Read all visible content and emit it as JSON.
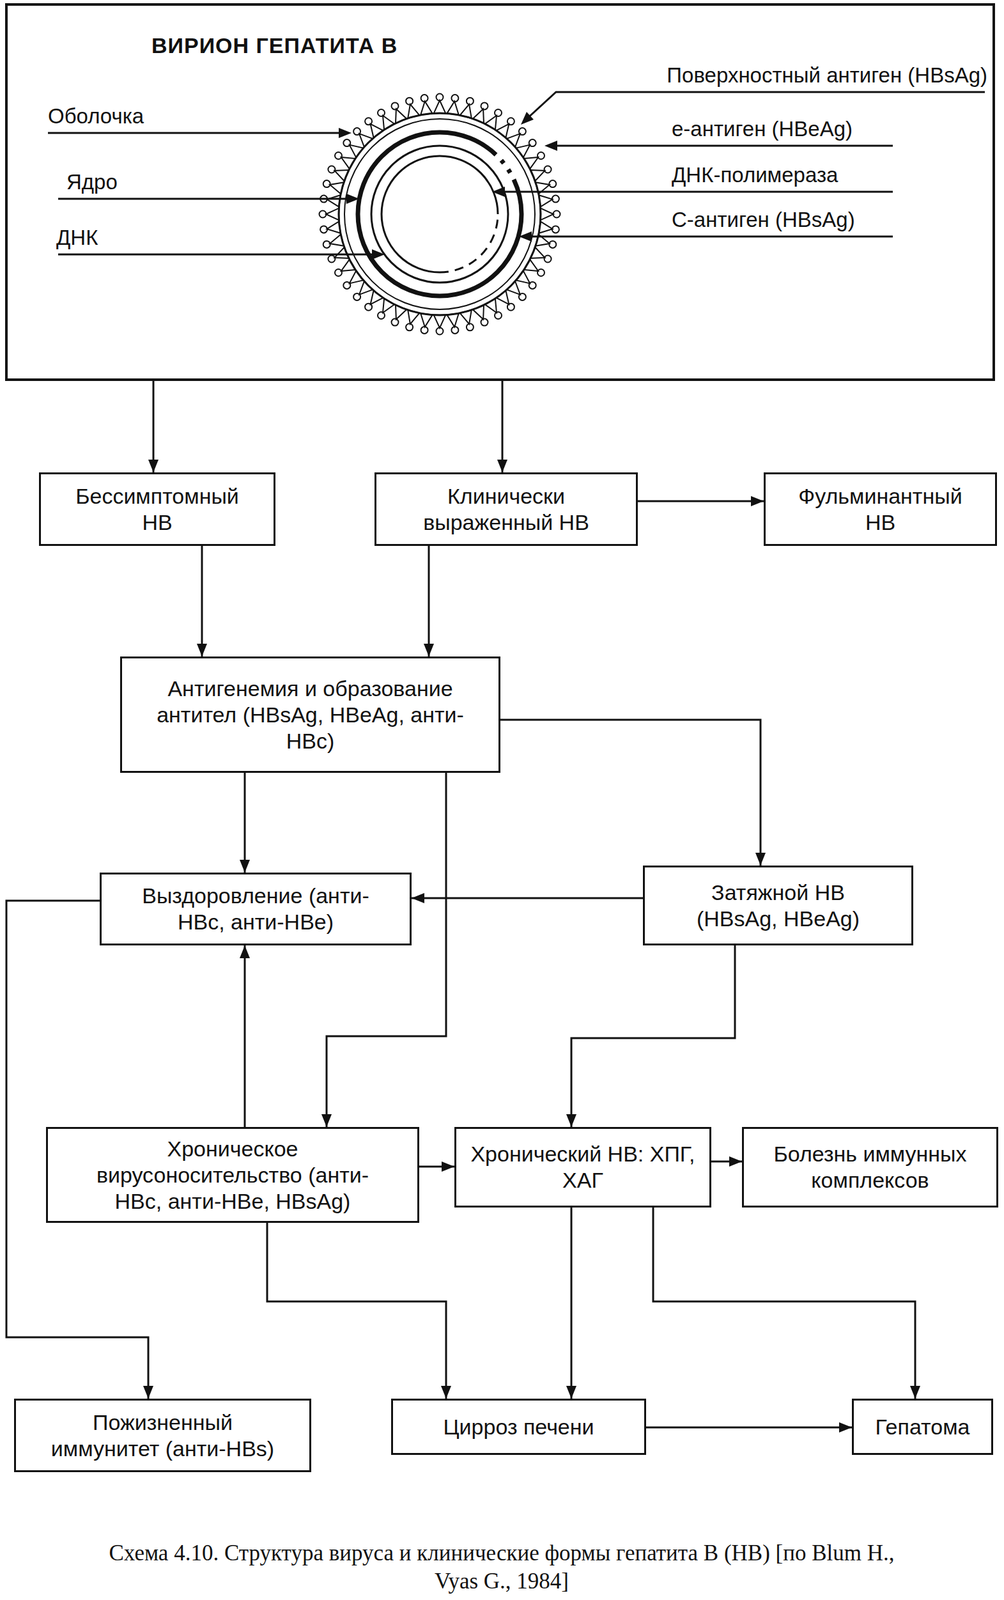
{
  "diagram": {
    "caption": "Схема 4.10. Структура вируса и клинические формы гепатита В (HB) [по Blum H., Vyas G., 1984]",
    "nodes": [
      {
        "text": [
          "ВИРИОН ГЕПАТИТА В"
        ]
      },
      {
        "text": [
          "Бессимптомный HB"
        ]
      },
      {
        "text": [
          "Клинически выраженный HB"
        ]
      },
      {
        "text": [
          "Фульминантный HB"
        ]
      },
      {
        "text": [
          "Антигенемия и образование антител (HBsAg, HBeAg, анти-HBc)"
        ]
      },
      {
        "text": [
          "Выздоровление (анти-HBc, анти-HBe)"
        ]
      },
      {
        "text": [
          "Затяжной HB (HBsAg, HBeAg)"
        ]
      },
      {
        "text": [
          "Хроническое вирусоносительство (анти-HBc, анти-HBe, HBsAg)"
        ]
      },
      {
        "text": [
          "Хронический HB: ХПГ, ХАГ"
        ]
      },
      {
        "text": [
          "Болезнь иммунных комплексов"
        ]
      },
      {
        "text": [
          "Пожизненный иммунитет (анти-HBs)"
        ]
      },
      {
        "text": [
          "Цирроз печени"
        ]
      },
      {
        "text": [
          "Гепатома"
        ]
      }
    ],
    "edges": [
      {
        "from": 0,
        "to": 1,
        "arrow": "to"
      },
      {
        "from": 0,
        "to": 2,
        "arrow": "to"
      },
      {
        "from": 2,
        "to": 3,
        "arrow": "to"
      },
      {
        "from": 1,
        "to": 4,
        "arrow": "to"
      },
      {
        "from": 2,
        "to": 4,
        "arrow": "to"
      },
      {
        "from": 4,
        "to": 5,
        "arrow": "to"
      },
      {
        "from": 4,
        "to": 6,
        "arrow": "to"
      },
      {
        "from": 4,
        "to": 7,
        "arrow": "to"
      },
      {
        "from": 6,
        "to": 5,
        "arrow": "to"
      },
      {
        "from": 6,
        "to": 8,
        "arrow": "to"
      },
      {
        "from": 7,
        "to": 5,
        "arrow": "to"
      },
      {
        "from": 7,
        "to": 8,
        "arrow": "to"
      },
      {
        "from": 8,
        "to": 9,
        "arrow": "to"
      },
      {
        "from": 5,
        "to": 10,
        "arrow": "to"
      },
      {
        "from": 7,
        "to": 11,
        "arrow": "to"
      },
      {
        "from": 8,
        "to": 11,
        "arrow": "to"
      },
      {
        "from": 8,
        "to": 12,
        "arrow": "to"
      },
      {
        "from": 11,
        "to": 12,
        "arrow": "to"
      }
    ],
    "labels": [
      "Поверхностный антиген (HBsAg)",
      "Оболочка",
      "е-антиген (HBeAg)",
      "ДНК-полимераза",
      "Ядро",
      "С-антиген (HBsAg)",
      "ДНК"
    ]
  }
}
